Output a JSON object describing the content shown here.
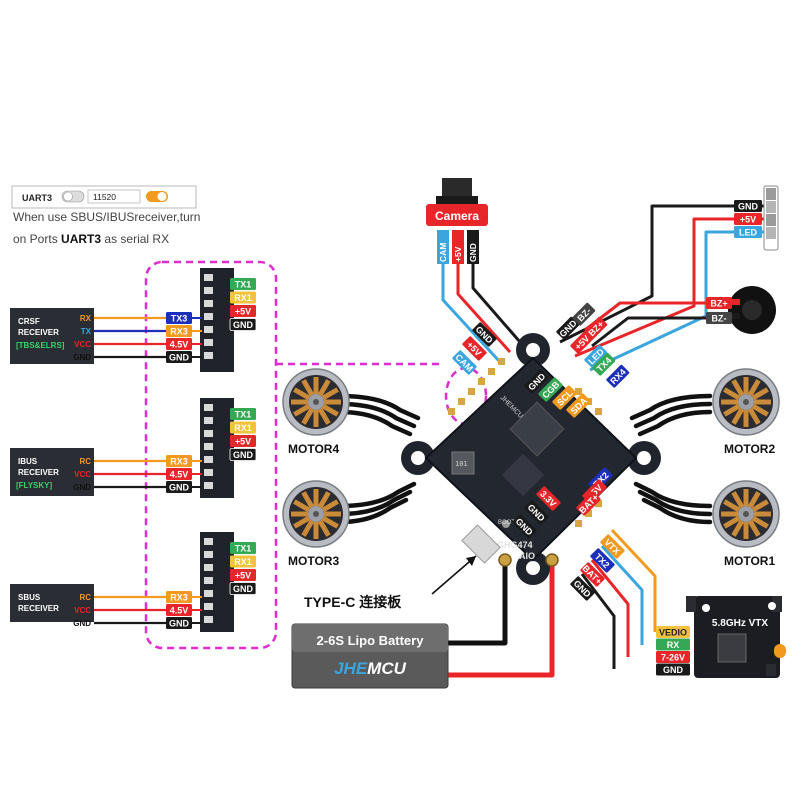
{
  "uart_panel": {
    "port": "UART3",
    "baud": "11520",
    "note_line1": "When use SBUS/IBUSreceiver,turn",
    "note_line2_pre": "on Ports",
    "note_line2_bold": "UART3",
    "note_line2_post": "as serial RX"
  },
  "receivers": {
    "crsf": {
      "title1": "CRSF",
      "title2": "RECEIVER",
      "title3": "[TBS&ELRS]",
      "pins": [
        "RX",
        "TX",
        "VCC",
        "GND"
      ],
      "pads": [
        "TX3",
        "RX3",
        "4.5V",
        "GND"
      ]
    },
    "ibus": {
      "title1": "IBUS",
      "title2": "RECEIVER",
      "title3": "[FLYSKY]",
      "pins": [
        "RC",
        "VCC",
        "GND"
      ],
      "pads": [
        "RX3",
        "4.5V",
        "GND"
      ]
    },
    "sbus": {
      "title1": "SBUS",
      "title2": "RECEIVER",
      "pins": [
        "RC",
        "VCC",
        "GND"
      ],
      "pads": [
        "RX3",
        "4.5V",
        "GND"
      ]
    }
  },
  "connector_pads": [
    "TX1",
    "RX1",
    "+5V",
    "GND"
  ],
  "camera": {
    "label": "Camera",
    "pins": [
      "CAM",
      "+5V",
      "GND"
    ],
    "board_pads": [
      "GND",
      "+5V",
      "CAM"
    ]
  },
  "led": {
    "pins": [
      "GND",
      "+5V",
      "LED"
    ],
    "board_pads": [
      "GND",
      "+5V",
      "LED"
    ]
  },
  "buzzer": {
    "pins": [
      "BZ+",
      "BZ-"
    ],
    "board_pads": [
      "BZ-",
      "BZ+"
    ]
  },
  "board_top_right_pads": [
    "TX4",
    "RX4"
  ],
  "board_inner_pads": [
    "GND",
    "CGB",
    "SCL",
    "SDA"
  ],
  "board_right_pads": [
    "RX2",
    "+5V",
    "BAT+"
  ],
  "board_left_pads": [
    "3.3V",
    "GND",
    "GND"
  ],
  "board": {
    "model": "GHG474",
    "model2": "AIO",
    "boot": "BOOT",
    "brand": "JHEMCU"
  },
  "motors": {
    "m1": "MOTOR1",
    "m2": "MOTOR2",
    "m3": "MOTOR3",
    "m4": "MOTOR4"
  },
  "usb_note": "TYPE-C 连接板",
  "battery": {
    "title": "2-6S Lipo Battery",
    "brand_a": "JHE",
    "brand_b": "MCU"
  },
  "vtx": {
    "title": "5.8GHz VTX",
    "pins": [
      "VEDIO",
      "RX",
      "7-26V",
      "GND"
    ],
    "board_pads": [
      "VTX",
      "TX2",
      "BAT+",
      "GND"
    ]
  },
  "colors": {
    "red": "#e8262a",
    "black": "#1a1a1a",
    "blue": "#3aa6dd",
    "orange": "#f19a1f",
    "navy": "#1b2fb8",
    "green": "#35a853",
    "magenta": "#e02bd0",
    "pad_yellow": "#f2c23c",
    "pad_red": "#e02a2a",
    "pad_blue": "#2a7fd0"
  }
}
